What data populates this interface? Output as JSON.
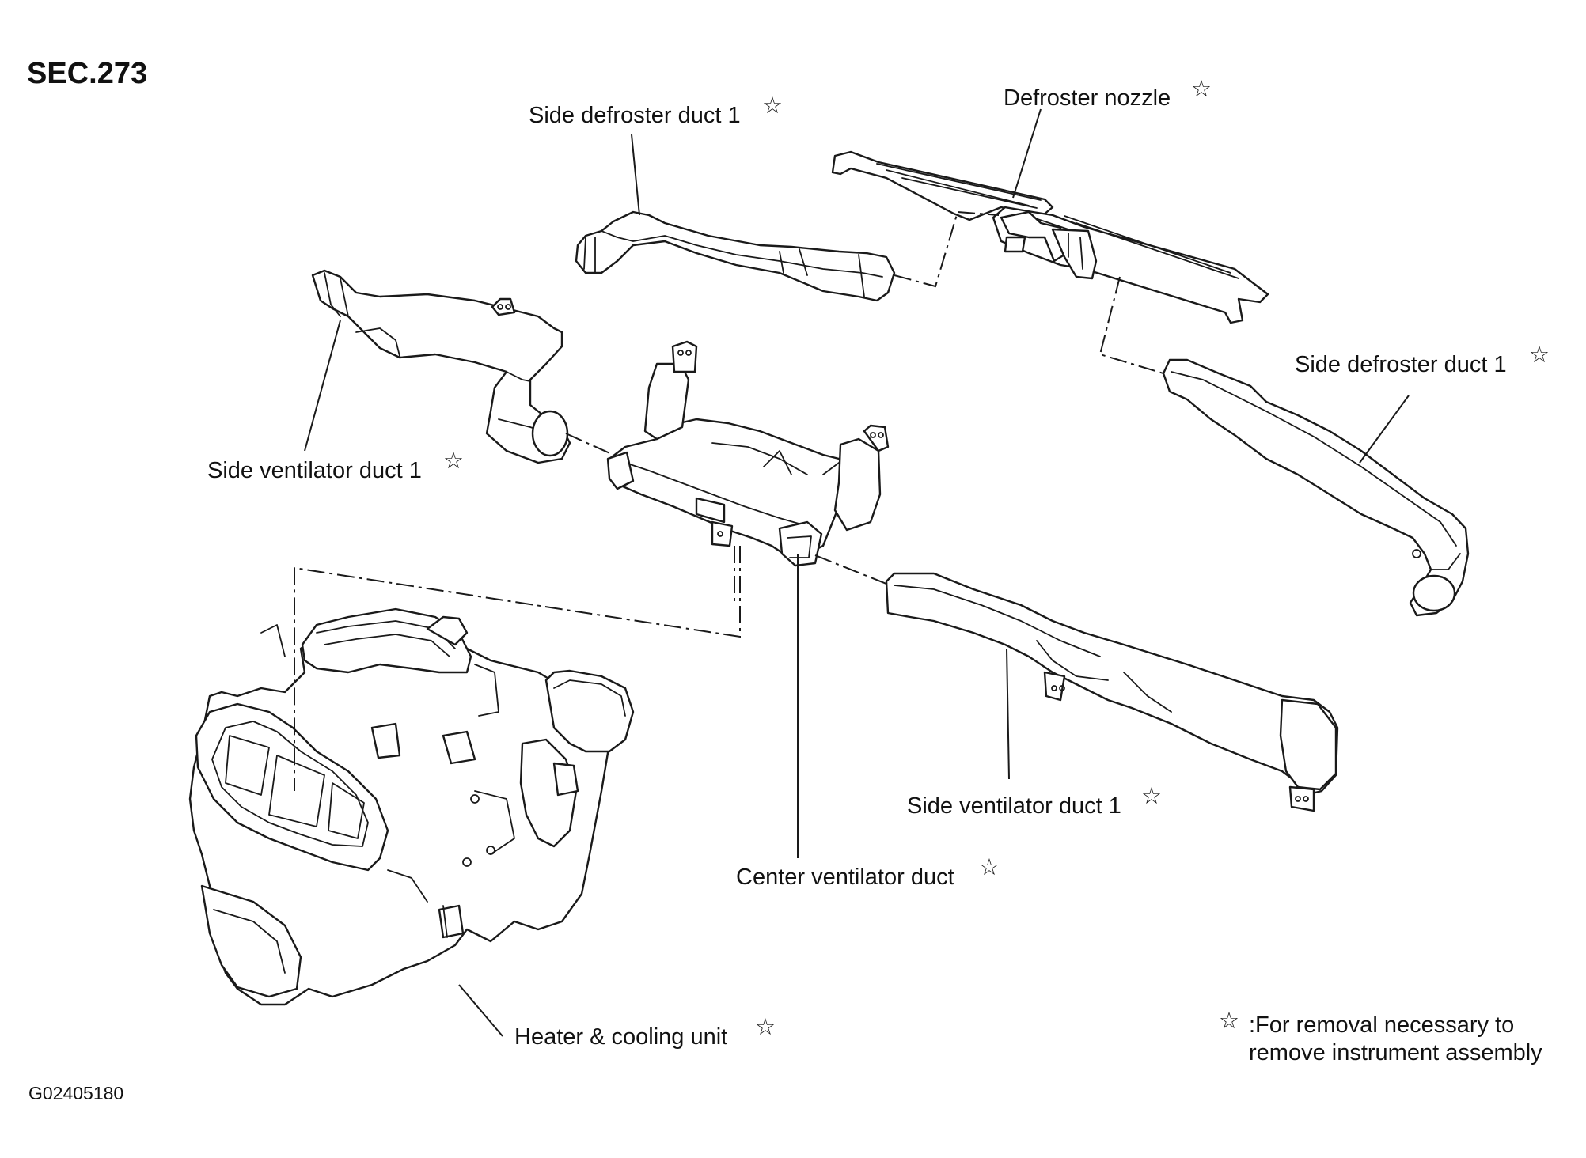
{
  "section": "SEC.273",
  "figure_code": "G02405180",
  "star_glyph": "☆",
  "labels": {
    "side_defroster_duct_left": "Side defroster duct 1",
    "defroster_nozzle": "Defroster nozzle",
    "side_defroster_duct_right": "Side defroster duct 1",
    "side_ventilator_duct_left": "Side ventilator duct 1",
    "side_ventilator_duct_right": "Side ventilator duct 1",
    "center_ventilator_duct": "Center ventilator duct",
    "heater_cooling_unit": "Heater & cooling unit"
  },
  "legend": {
    "line1": ":For removal necessary to",
    "line2": "remove instrument assembly"
  }
}
